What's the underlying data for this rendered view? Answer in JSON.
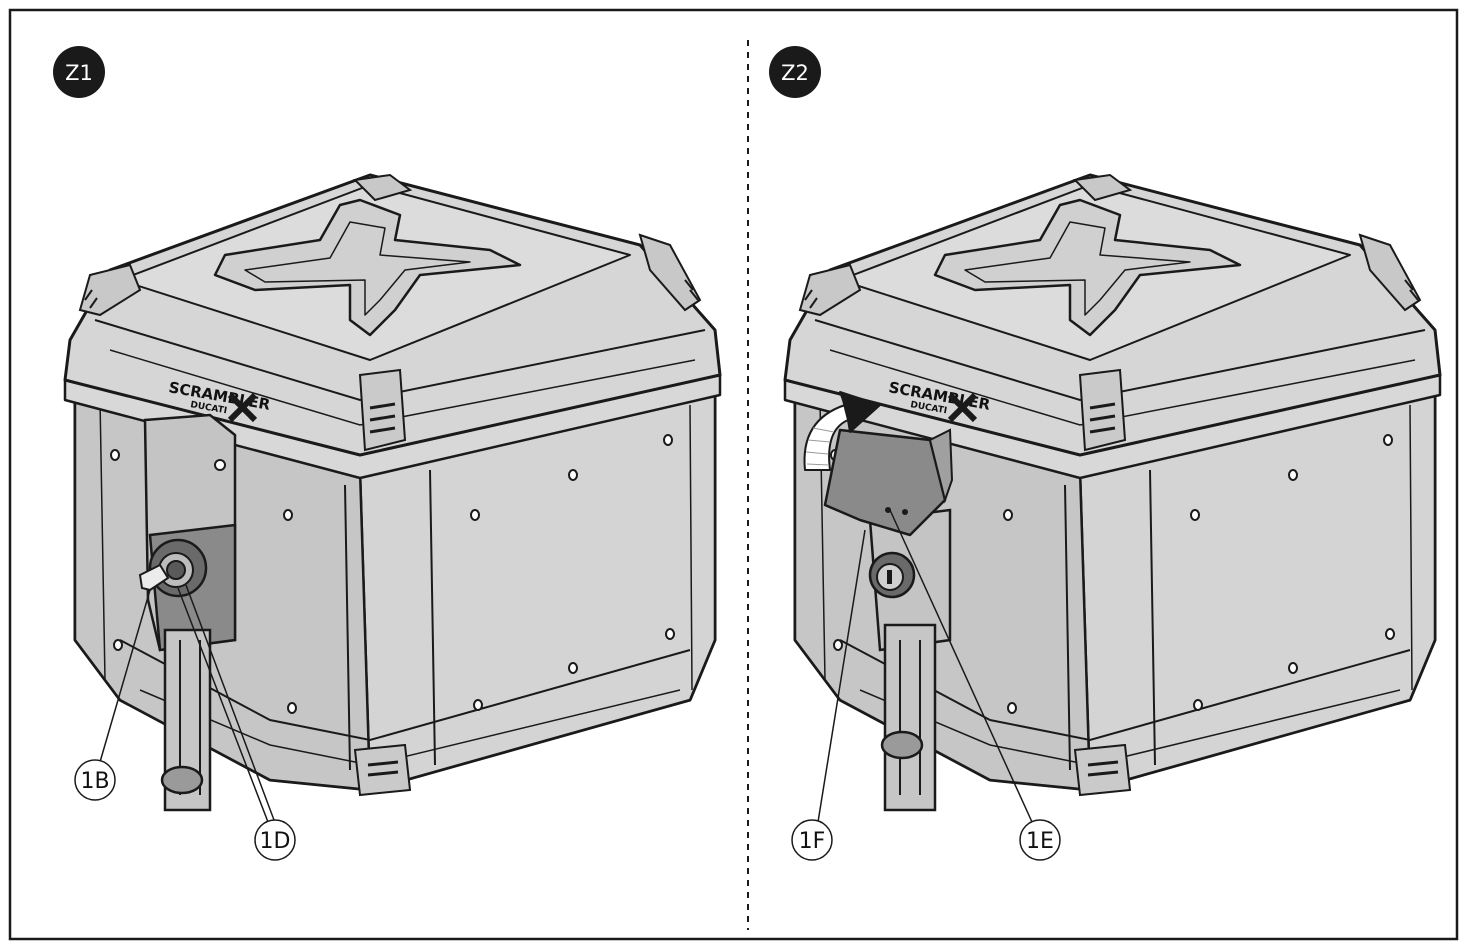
{
  "panels": [
    {
      "badge": "Z1",
      "labels": {
        "key": "1B",
        "lock": "1D"
      }
    },
    {
      "badge": "Z2",
      "labels": {
        "left": "1F",
        "right": "1E"
      }
    }
  ],
  "logo": {
    "line1": "SCRAMBLER",
    "line2": "DUCATI"
  },
  "colors": {
    "box_fill": "#cfcfcf",
    "box_side": "#c4c4c4",
    "lid_fill": "#d6d6d6",
    "dark_part": "#8a8a8a",
    "outline": "#1a1a1a",
    "badge": "#1a1a1a"
  }
}
